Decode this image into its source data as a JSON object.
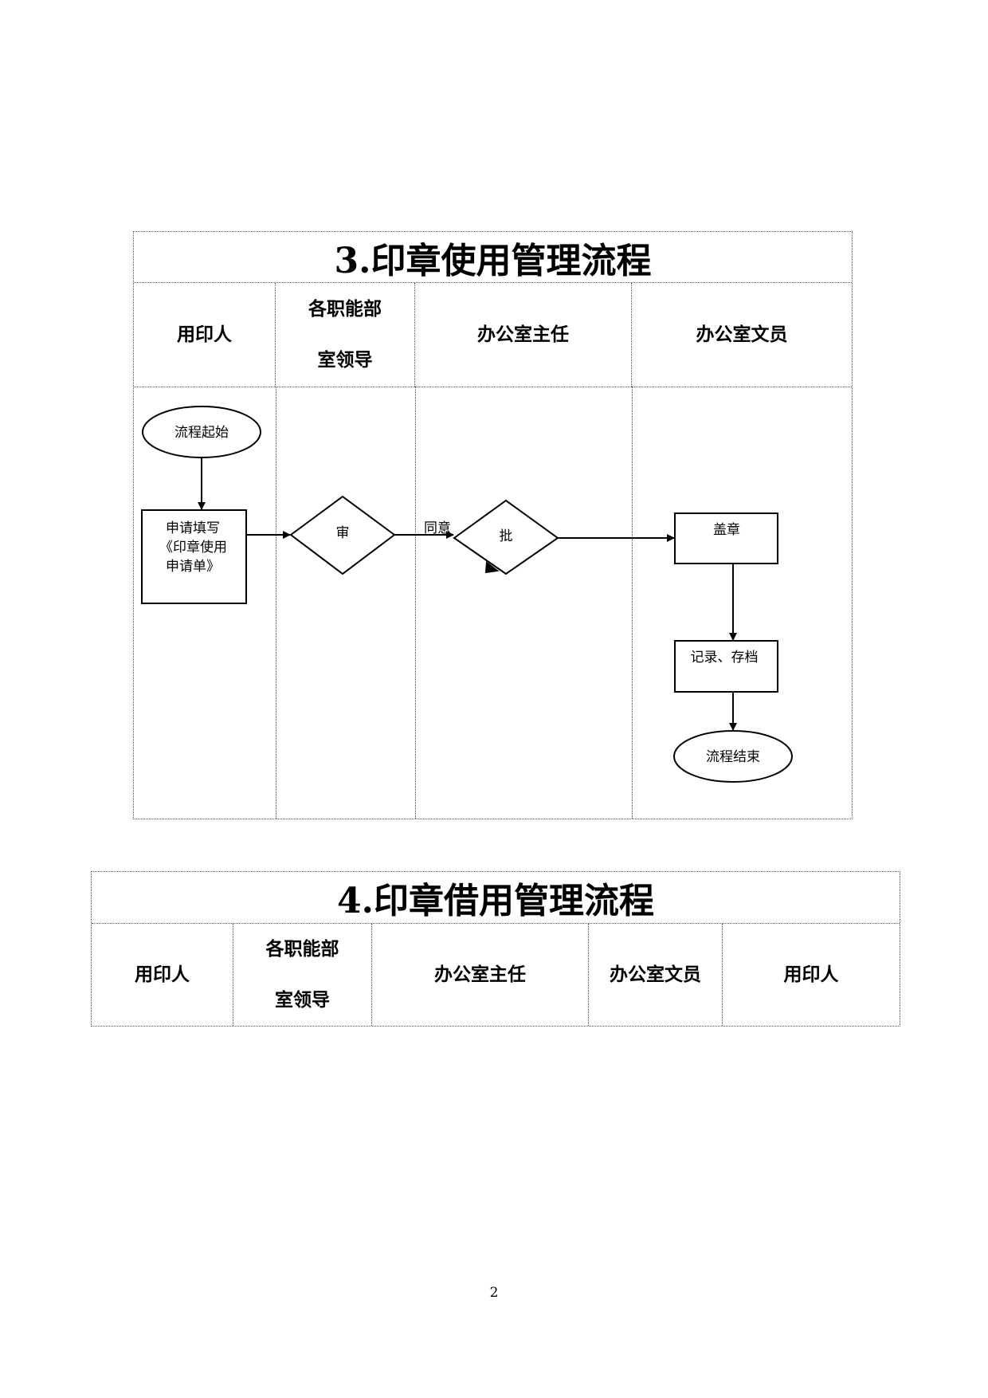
{
  "section3": {
    "title": "3.印章使用管理流程",
    "headers": [
      "用印人",
      "各职能部室领导",
      "办公室主任",
      "办公室文员"
    ],
    "nodes": {
      "start": "流程起始",
      "apply": [
        "申请填写",
        "《印章使用",
        "申请单》"
      ],
      "review": "审",
      "agree_label": "同意",
      "approve": "批",
      "stamp": "盖章",
      "record": "记录、存档",
      "end": "流程结束"
    }
  },
  "section4": {
    "title": "4.印章借用管理流程",
    "headers": [
      "用印人",
      "各职能部室领导",
      "办公室主任",
      "办公室文员",
      "用印人"
    ]
  },
  "page_number": "2"
}
